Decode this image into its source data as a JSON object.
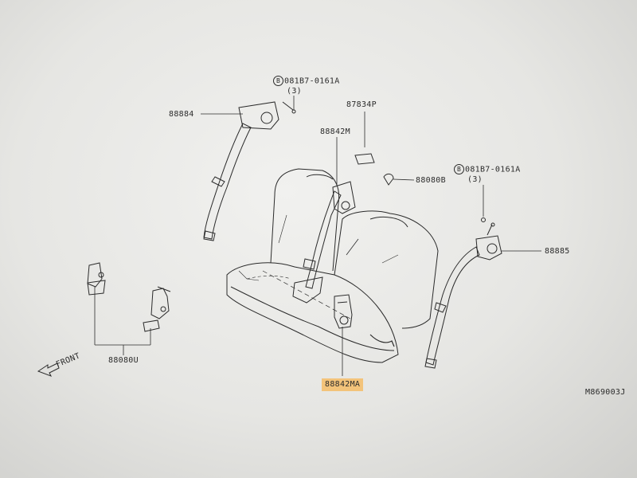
{
  "labels": {
    "bolt_left_code": "081B7-0161A",
    "bolt_left_symbol": "B",
    "bolt_left_qty": "(3)",
    "part_88884": "88884",
    "part_87834p": "87834P",
    "part_88842m": "88842M",
    "part_88080b": "88080B",
    "bolt_right_code": "081B7-0161A",
    "bolt_right_symbol": "B",
    "bolt_right_qty": "(3)",
    "part_88885": "88885",
    "part_88080u": "88080U",
    "front": "FRONT",
    "part_88842ma": "88842MA",
    "diagram_id": "M869003J"
  },
  "colors": {
    "line": "#2b2b2b",
    "highlight": "#f3c37a"
  }
}
